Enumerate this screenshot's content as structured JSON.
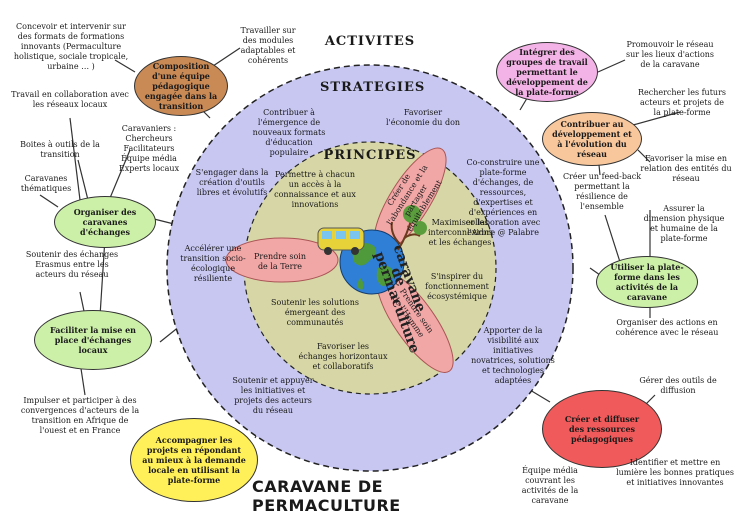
{
  "title": "CARAVANE DE PERMACULTURE",
  "headings": {
    "activites": "ACTIVITES",
    "strategies": "STRATEGIES",
    "principes": "PRINCIPES"
  },
  "logo_text": "caravane de permaculture",
  "colors": {
    "outer_disc": "#c7c7f2",
    "inner_disc": "#d6d6a6",
    "petal": "#f2a7a7",
    "brown": "#c98a55",
    "pink": "#f4b3e6",
    "orange": "#f8c79c",
    "green": "#ccf0a8",
    "red": "#f05a5a",
    "yellow": "#fff05a"
  },
  "nodes": {
    "composition": "Composition d'une équipe pédagogique engagée dans la transition",
    "integrer": "Intégrer des groupes de travail permettant le développement de la plate-forme",
    "contribuer": "Contribuer au développement et à l'évolution du réseau",
    "organiser": "Organiser des caravanes d'échanges",
    "utiliser": "Utiliser la plate-forme dans les activités de la caravane",
    "faciliter": "Faciliter la mise en place d'échanges locaux",
    "creer": "Créer et diffuser des ressources pédagogiques",
    "accompagner": "Accompagner les projets en répondant au mieux à la demande locale en utilisant la plate-forme"
  },
  "activities": {
    "concevoir": "Concevoir et intervenir sur des formats de formations innovants (Permaculture holistique, sociale tropicale, urbaine … )",
    "travailler_modules": "Travailler sur des modules adaptables et cohérents",
    "promouvoir": "Promouvoir le réseau sur les lieux d'actions de la caravane",
    "rechercher": "Rechercher les futurs acteurs et projets de la plate-forme",
    "favoriser_mise": "Favoriser la mise en relation des entités du réseau",
    "travail_collab": "Travail en collaboration avec les réseaux locaux",
    "caravaniers": "Caravaniers : Chercheurs Facilitateurs Équipe média Experts locaux",
    "boites": "Boites à outils de la transition",
    "caravanes_thematiques": "Caravanes thématiques",
    "soutenir_echanges": "Soutenir des échanges Erasmus entre les acteurs du réseau",
    "creer_feedback": "Créer un feed-back permettant la résilience de l'ensemble",
    "assurer": "Assurer la dimension physique et humaine de la plate-forme",
    "organiser_actions": "Organiser des actions en cohérence avec le réseau",
    "impulser": "Impulser et participer à des convergences d'acteurs de la transition en Afrique de l'ouest et en France",
    "gerer": "Gérer des outils de diffusion",
    "identifier": "Identifier et mettre en lumière les bonnes pratiques et initiatives innovantes",
    "equipe_media": "Équipe média couvrant les activités de la caravane"
  },
  "strategies": {
    "contribuer_emergence": "Contribuer à l'émergence de nouveaux formats d'éducation populaire",
    "favoriser_don": "Favoriser l'économie du don",
    "engager": "S'engager dans la création d'outils libres et évolutifs",
    "cooconstruire": "Co-construire une plate-forme d'échanges, de ressources, d'expertises et d'expériences en collaboration avec l'Arbre @ Palabre",
    "accelerer": "Accélérer une transition socio-écologique résiliente",
    "maximiser": "Maximiser les interconnexions et les échanges",
    "inspirer": "S'inspirer du fonctionnement écosystémique",
    "apporter": "Apporter de la visibilité aux initiatives novatrices, solutions et technologies adaptées",
    "soutenir_appuyer": "Soutenir et appuyer les initiatives et projets des acteurs du réseau"
  },
  "principes": {
    "permettre": "Permettre à chacun un accès à la connaissance et aux innovations",
    "prendre_terre": "Prendre soin de la Terre",
    "soutenir_solutions": "Soutenir les solutions émergeant des communautés",
    "favoriser_horizontaux": "Favoriser les échanges horizontaux et collaboratifs",
    "creer_abondance": "Créer de l'abondance et la partager équitablement",
    "prendre_homme": "Prendre soin de l'Homme"
  }
}
